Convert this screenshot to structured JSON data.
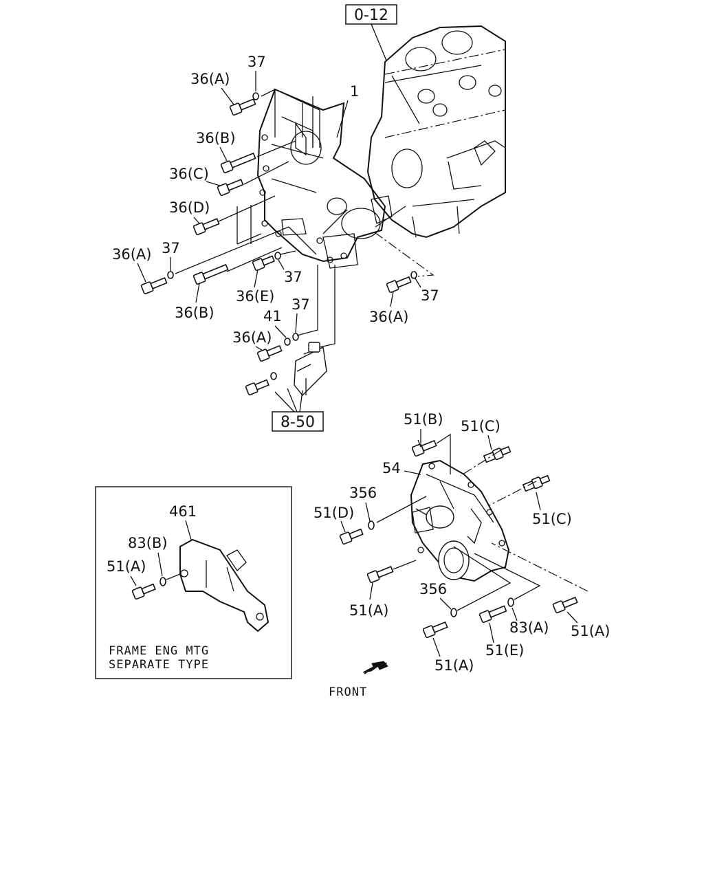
{
  "references": {
    "engine_block": "0-12",
    "oil_pump": "8-50"
  },
  "upper_group": {
    "case_part": "1",
    "labels": {
      "bolt_36a_top": "36(A)",
      "washer_37_top": "37",
      "bolt_36b_top": "36(B)",
      "bolt_36c": "36(C)",
      "bolt_36d": "36(D)",
      "bolt_36a_left": "36(A)",
      "washer_37_left": "37",
      "bolt_36b_lower": "36(B)",
      "bolt_36e": "36(E)",
      "washer_37_mid": "37",
      "bolt_36a_right": "36(A)",
      "washer_37_right": "37",
      "washer_41": "41",
      "washer_37_low": "37",
      "bolt_36a_low": "36(A)"
    }
  },
  "lower_group": {
    "cover_part": "54",
    "labels": {
      "bolt_51b": "51(B)",
      "stud_51c_top": "51(C)",
      "stud_51c_right": "51(C)",
      "washer_356_top": "356",
      "bolt_51d": "51(D)",
      "bolt_51a_left": "51(A)",
      "washer_356_bottom": "356",
      "washer_83a": "83(A)",
      "bolt_51a_right": "51(A)",
      "bolt_51e": "51(E)",
      "bolt_51a_bottom": "51(A)"
    }
  },
  "inset": {
    "part_461": "461",
    "washer_83b": "83(B)",
    "bolt_51a": "51(A)",
    "note_line1": "FRAME ENG MTG",
    "note_line2": "SEPARATE TYPE"
  },
  "front_label": "FRONT"
}
